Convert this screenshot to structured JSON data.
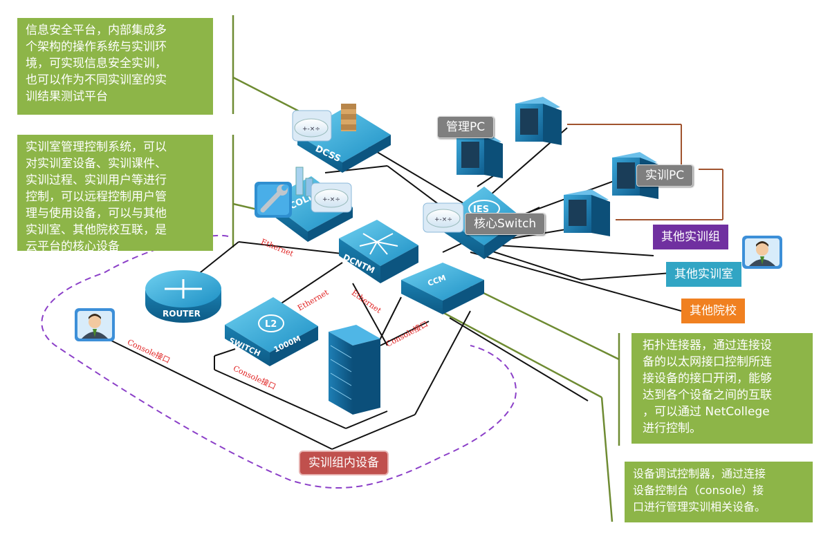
{
  "notes": {
    "dcss": "信息安全平台，内部集成多\n个架构的操作系统与实训环\n境，可实现信息安全实训，\n也可以作为不同实训室的实\n训结果测试平台",
    "netcollege": "实训室管理控制系统，可以\n对实训室设备、实训课件、\n实训过程、实训用户等进行\n控制，可以远程控制用户管\n理与使用设备，可以与其他\n实训室、其他院校互联，是\n云平台的核心设备",
    "ccm": "拓扑连接器，通过连接设\n备的以太网接口控制所连\n接设备的接口开闭，能够\n达到各个设备之间的互联\n，可以通过 NetCollege\n进行控制。",
    "console": "设备调试控制器，通过连接\n设备控制台（console）接\n口进行管理实训相关设备。"
  },
  "tags": {
    "admin_pc": "管理PC",
    "lab_pc": "实训PC",
    "core_switch": "核心Switch",
    "other_group": "其他实训组",
    "other_lab": "其他实训室",
    "other_school": "其他院校",
    "group_devices": "实训组内设备"
  },
  "devices": {
    "dcss": "DCSS",
    "netcollege": "NETCOLLEGE",
    "dcntm": "DCNTM",
    "ccm": "CCM",
    "ies": "IES",
    "router": "ROUTER",
    "switch_l2": "L2",
    "switch_name": "SWITCH",
    "switch_speed": "1000M",
    "cloud_ops": "+-×÷"
  },
  "wires": {
    "eth1": "Ethernet",
    "eth2": "Ethernet",
    "eth3": "Ethernet",
    "con1": "Console接口",
    "con2": "Console接口",
    "con3": "Console接口"
  },
  "colors": {
    "note_green": "#8db548",
    "device_blue": "#1e8fc0",
    "group_dash": "#8b3fc8",
    "pc_link": "#a0522d",
    "leader_green": "#6e8b32"
  },
  "icons": [
    "user-icon",
    "cloud-icon",
    "wrench-icon",
    "monitor-icon",
    "firewall-icon"
  ]
}
